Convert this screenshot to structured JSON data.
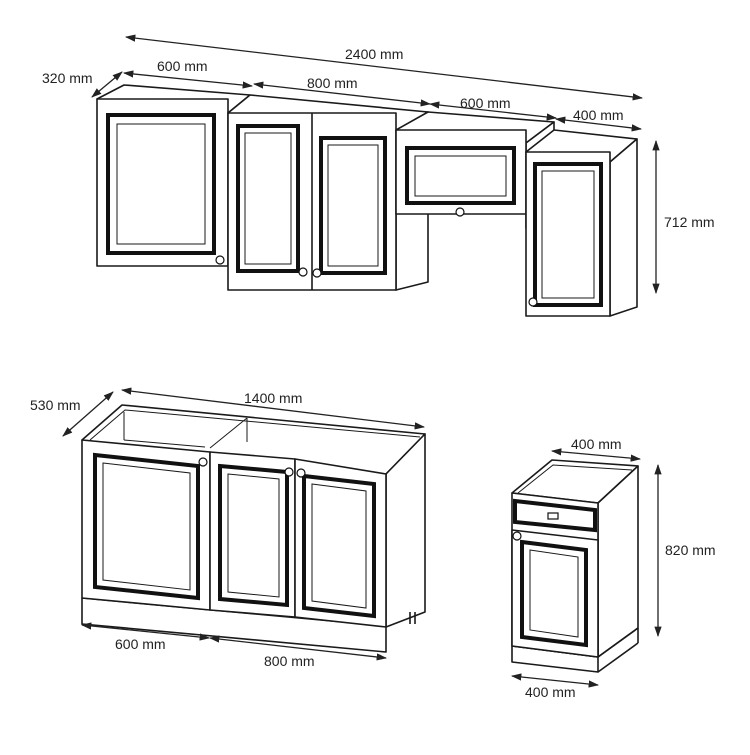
{
  "upper": {
    "dims": {
      "total_width": "2400 mm",
      "depth": "320 mm",
      "w600_left": "600 mm",
      "w800": "800 mm",
      "w600_right": "600 mm",
      "w400": "400 mm",
      "height": "712 mm"
    }
  },
  "lower_main": {
    "dims": {
      "depth": "530 mm",
      "total_width": "1400 mm",
      "w600": "600 mm",
      "w800": "800 mm"
    }
  },
  "lower_small": {
    "dims": {
      "top_width": "400 mm",
      "height": "820 mm",
      "bottom_width": "400 mm"
    }
  },
  "colors": {
    "line": "#1a1a1a",
    "background": "#ffffff"
  }
}
